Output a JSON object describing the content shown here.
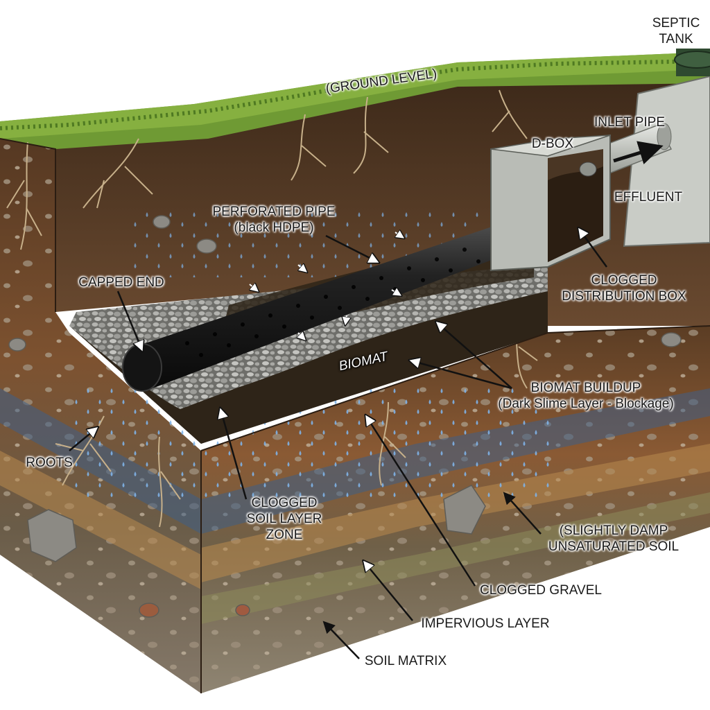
{
  "labels": {
    "septic_tank": [
      "SEPTIC",
      "TANK"
    ],
    "ground_level": "(GROUND LEVEL)",
    "inlet_pipe": "INLET PIPE",
    "d_box": "D-BOX",
    "effluent": "EFFLUENT",
    "perforated_pipe": [
      "PERFORATED PIPE",
      "(black HDPE)"
    ],
    "capped_end": "CAPPED END",
    "clogged_distribution_box": [
      "CLOGGED",
      "DISTRIBUTION BOX"
    ],
    "biomat": "BIOMAT",
    "biomat_buildup": [
      "BIOMAT BUILDUP",
      "(Dark Slime Layer - Blockage)"
    ],
    "roots": "ROOTS",
    "clogged_soil_layer": [
      "CLOGGED",
      "SOIL LAYER",
      "ZONE"
    ],
    "unsaturated_soil": [
      "(SLIGHTLY DAMP",
      "UNSATURATED SOIL"
    ],
    "clogged_gravel": "CLOGGED GRAVEL",
    "impervious_layer": "IMPERVIOUS LAYER",
    "soil_matrix": "SOIL MATRIX"
  },
  "colors": {
    "grass": "#5e8a2c",
    "topsoil": "#6b4a2e",
    "mid_soil": "#8a5a34",
    "lower_soil": "#7a6a55",
    "biomat": "#2e2418",
    "pipe": "#1c1c1c",
    "gravel": "#9a9a96",
    "water": "#4a7fb8",
    "tank": "#c9ccc6",
    "d_box": "#b9bcb6"
  }
}
